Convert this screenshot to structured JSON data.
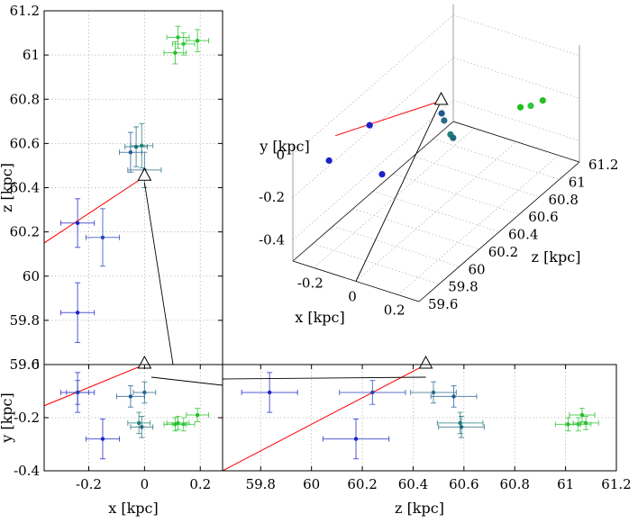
{
  "chart_data": [
    {
      "type": "scatter",
      "panel": "x-z",
      "xlabel": "",
      "ylabel": "z [kpc]",
      "xlim": [
        -0.36,
        0.28
      ],
      "ylim": [
        59.6,
        61.2
      ],
      "xticks": [],
      "yticks": [
        "59.6",
        "59.8",
        "60",
        "60.2",
        "60.4",
        "60.6",
        "60.8",
        "61",
        "61.2"
      ],
      "grid": true,
      "line": {
        "color": "#ff0000",
        "from": [
          -0.36,
          60.15
        ],
        "to": [
          0.0,
          60.45
        ]
      },
      "marker": {
        "shape": "triangle",
        "x": 0.0,
        "y": 60.45
      },
      "points": [
        {
          "x": -0.24,
          "y": 60.24,
          "xerr": 0.06,
          "yerr": 0.11,
          "color": "#1a22c8"
        },
        {
          "x": -0.15,
          "y": 60.175,
          "xerr": 0.06,
          "yerr": 0.13,
          "color": "#2444b8"
        },
        {
          "x": -0.24,
          "y": 59.835,
          "xerr": 0.06,
          "yerr": 0.135,
          "color": "#1a22c8"
        },
        {
          "x": -0.05,
          "y": 60.56,
          "xerr": 0.04,
          "yerr": 0.09,
          "color": "#1e5a90"
        },
        {
          "x": -0.03,
          "y": 60.585,
          "xerr": 0.04,
          "yerr": 0.09,
          "color": "#1e6a80"
        },
        {
          "x": -0.01,
          "y": 60.59,
          "xerr": 0.04,
          "yerr": 0.1,
          "color": "#20807a"
        },
        {
          "x": 0.0,
          "y": 60.48,
          "xerr": 0.06,
          "yerr": 0.08,
          "color": "#2a6a8a"
        },
        {
          "x": 0.11,
          "y": 61.01,
          "xerr": 0.04,
          "yerr": 0.05,
          "color": "#22c020"
        },
        {
          "x": 0.14,
          "y": 61.05,
          "xerr": 0.04,
          "yerr": 0.05,
          "color": "#30c840"
        },
        {
          "x": 0.12,
          "y": 61.08,
          "xerr": 0.04,
          "yerr": 0.05,
          "color": "#28c030"
        },
        {
          "x": 0.19,
          "y": 61.065,
          "xerr": 0.04,
          "yerr": 0.05,
          "color": "#22c020"
        }
      ]
    },
    {
      "type": "scatter",
      "panel": "x-y",
      "xlabel": "x [kpc]",
      "ylabel": "y [kpc]",
      "xlim": [
        -0.36,
        0.28
      ],
      "ylim": [
        -0.4,
        0.0
      ],
      "xticks": [
        "-0.2",
        "0",
        "0.2"
      ],
      "yticks": [
        "-0.4",
        "-0.2",
        "0"
      ],
      "grid": true,
      "line": {
        "color": "#ff0000",
        "from": [
          -0.36,
          -0.155
        ],
        "to": [
          0.0,
          0.0
        ]
      },
      "marker": {
        "shape": "triangle",
        "x": 0.0,
        "y": 0.0
      },
      "points": [
        {
          "x": -0.24,
          "y": -0.105,
          "xerr": 0.06,
          "yerr": 0.075,
          "color": "#1a22c8"
        },
        {
          "x": -0.24,
          "y": -0.105,
          "xerr": 0.04,
          "yerr": 0.045,
          "color": "#2444b8"
        },
        {
          "x": -0.15,
          "y": -0.28,
          "xerr": 0.06,
          "yerr": 0.075,
          "color": "#1a22c8"
        },
        {
          "x": -0.05,
          "y": -0.12,
          "xerr": 0.05,
          "yerr": 0.04,
          "color": "#1e5a90"
        },
        {
          "x": 0.0,
          "y": -0.105,
          "xerr": 0.04,
          "yerr": 0.04,
          "color": "#2a6a8a"
        },
        {
          "x": -0.02,
          "y": -0.22,
          "xerr": 0.04,
          "yerr": 0.04,
          "color": "#20807a"
        },
        {
          "x": -0.01,
          "y": -0.235,
          "xerr": 0.04,
          "yerr": 0.04,
          "color": "#1e6a80"
        },
        {
          "x": 0.11,
          "y": -0.225,
          "xerr": 0.04,
          "yerr": 0.025,
          "color": "#22c020"
        },
        {
          "x": 0.14,
          "y": -0.225,
          "xerr": 0.04,
          "yerr": 0.025,
          "color": "#30c840"
        },
        {
          "x": 0.12,
          "y": -0.22,
          "xerr": 0.04,
          "yerr": 0.025,
          "color": "#28c030"
        },
        {
          "x": 0.19,
          "y": -0.19,
          "xerr": 0.04,
          "yerr": 0.025,
          "color": "#22c020"
        }
      ]
    },
    {
      "type": "scatter",
      "panel": "z-y",
      "xlabel": "z [kpc]",
      "ylabel": "",
      "xlim": [
        59.65,
        61.2
      ],
      "ylim": [
        -0.4,
        0.0
      ],
      "xticks": [
        "59.8",
        "60",
        "60.2",
        "60.4",
        "60.6",
        "60.8",
        "61",
        "61.2"
      ],
      "yticks": [],
      "grid": true,
      "line": {
        "color": "#ff0000",
        "from": [
          59.65,
          -0.4
        ],
        "to": [
          60.45,
          0.0
        ]
      },
      "marker": {
        "shape": "triangle",
        "x": 60.45,
        "y": 0.0
      },
      "points": [
        {
          "x": 59.835,
          "y": -0.105,
          "xerr": 0.11,
          "yerr": 0.075,
          "color": "#1a22c8"
        },
        {
          "x": 60.24,
          "y": -0.105,
          "xerr": 0.13,
          "yerr": 0.045,
          "color": "#2444b8"
        },
        {
          "x": 60.175,
          "y": -0.28,
          "xerr": 0.13,
          "yerr": 0.075,
          "color": "#1a22c8"
        },
        {
          "x": 60.48,
          "y": -0.105,
          "xerr": 0.09,
          "yerr": 0.04,
          "color": "#2a6a8a"
        },
        {
          "x": 60.56,
          "y": -0.12,
          "xerr": 0.09,
          "yerr": 0.04,
          "color": "#1e5a90"
        },
        {
          "x": 60.585,
          "y": -0.22,
          "xerr": 0.09,
          "yerr": 0.04,
          "color": "#20807a"
        },
        {
          "x": 60.59,
          "y": -0.235,
          "xerr": 0.09,
          "yerr": 0.04,
          "color": "#1e6a80"
        },
        {
          "x": 61.01,
          "y": -0.225,
          "xerr": 0.05,
          "yerr": 0.025,
          "color": "#22c020"
        },
        {
          "x": 61.05,
          "y": -0.225,
          "xerr": 0.05,
          "yerr": 0.025,
          "color": "#30c840"
        },
        {
          "x": 61.08,
          "y": -0.22,
          "xerr": 0.05,
          "yerr": 0.025,
          "color": "#28c030"
        },
        {
          "x": 61.065,
          "y": -0.19,
          "xerr": 0.05,
          "yerr": 0.025,
          "color": "#22c020"
        }
      ]
    },
    {
      "type": "scatter",
      "panel": "3d",
      "xlabel": "x [kpc]",
      "ylabel": "y [kpc]",
      "zlabel": "z [kpc]",
      "xticks": [
        "-0.2",
        "0",
        "0.2"
      ],
      "yticks": [
        "0",
        "-0.2",
        "-0.4"
      ],
      "zticks": [
        "59.6",
        "59.8",
        "60",
        "60.2",
        "60.4",
        "60.6",
        "60.8",
        "61",
        "61.2"
      ],
      "xlim": [
        -0.3,
        0.3
      ],
      "ylim": [
        -0.5,
        0.05
      ],
      "zlim": [
        59.6,
        61.2
      ],
      "grid": true,
      "line": {
        "color": "#ff0000",
        "from": [
          -0.36,
          -0.155,
          60.15
        ],
        "to": [
          0.0,
          0.0,
          60.45
        ]
      },
      "marker": {
        "shape": "triangle",
        "x": 0.0,
        "y": 0.0,
        "z": 60.45
      },
      "points": [
        {
          "x": -0.24,
          "y": -0.105,
          "z": 60.24,
          "color": "#1a22c8"
        },
        {
          "x": -0.15,
          "y": -0.28,
          "z": 60.175,
          "color": "#1a22c8"
        },
        {
          "x": -0.24,
          "y": -0.105,
          "z": 59.835,
          "color": "#1a22c8"
        },
        {
          "x": -0.05,
          "y": -0.12,
          "z": 60.56,
          "color": "#1e5a90"
        },
        {
          "x": 0.0,
          "y": -0.105,
          "z": 60.48,
          "color": "#2a6a8a"
        },
        {
          "x": -0.02,
          "y": -0.22,
          "z": 60.585,
          "color": "#20807a"
        },
        {
          "x": -0.01,
          "y": -0.235,
          "z": 60.59,
          "color": "#1e6a80"
        },
        {
          "x": 0.11,
          "y": -0.225,
          "z": 61.01,
          "color": "#22c020"
        },
        {
          "x": 0.14,
          "y": -0.225,
          "z": 61.05,
          "color": "#30c840"
        },
        {
          "x": 0.19,
          "y": -0.19,
          "z": 61.065,
          "color": "#22c020"
        }
      ]
    }
  ]
}
